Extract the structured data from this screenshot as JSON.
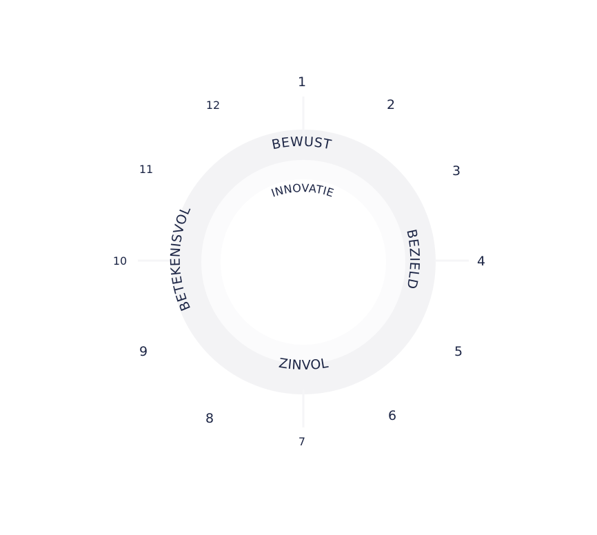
{
  "colors": {
    "text": "#1b2444",
    "ring_fill": "#fbfbfc",
    "ring_stroke": "#f3f3f5",
    "spoke": "#f5f5f7"
  },
  "clock_numbers": [
    "1",
    "2",
    "3",
    "4",
    "5",
    "6",
    "7",
    "8",
    "9",
    "10",
    "11",
    "12"
  ],
  "ring_words": {
    "top": "BEWUST",
    "right": "BEZIELD",
    "bottom": "ZINVOL",
    "left": "BETEKENISVOL"
  },
  "center_word": "INNOVATIE"
}
